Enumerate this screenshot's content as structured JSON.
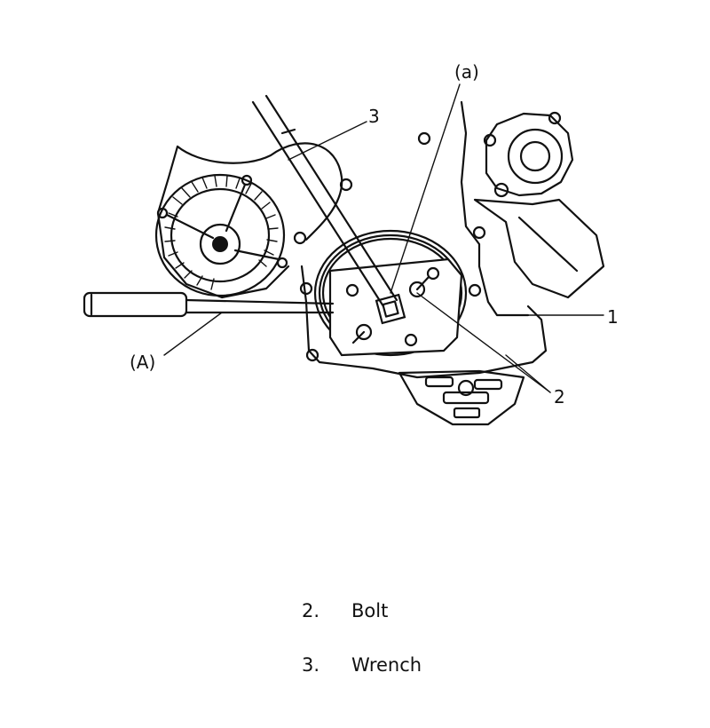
{
  "figure": {
    "callouts": {
      "a_lower": "(a)",
      "item_3": "3",
      "item_1": "1",
      "item_2": "2",
      "tool_A": "(A)"
    }
  },
  "legend": {
    "items": [
      {
        "number": "2.",
        "label": "Bolt"
      },
      {
        "number": "3.",
        "label": "Wrench"
      }
    ]
  },
  "colors": {
    "ink": "#111111",
    "background": "#ffffff"
  }
}
